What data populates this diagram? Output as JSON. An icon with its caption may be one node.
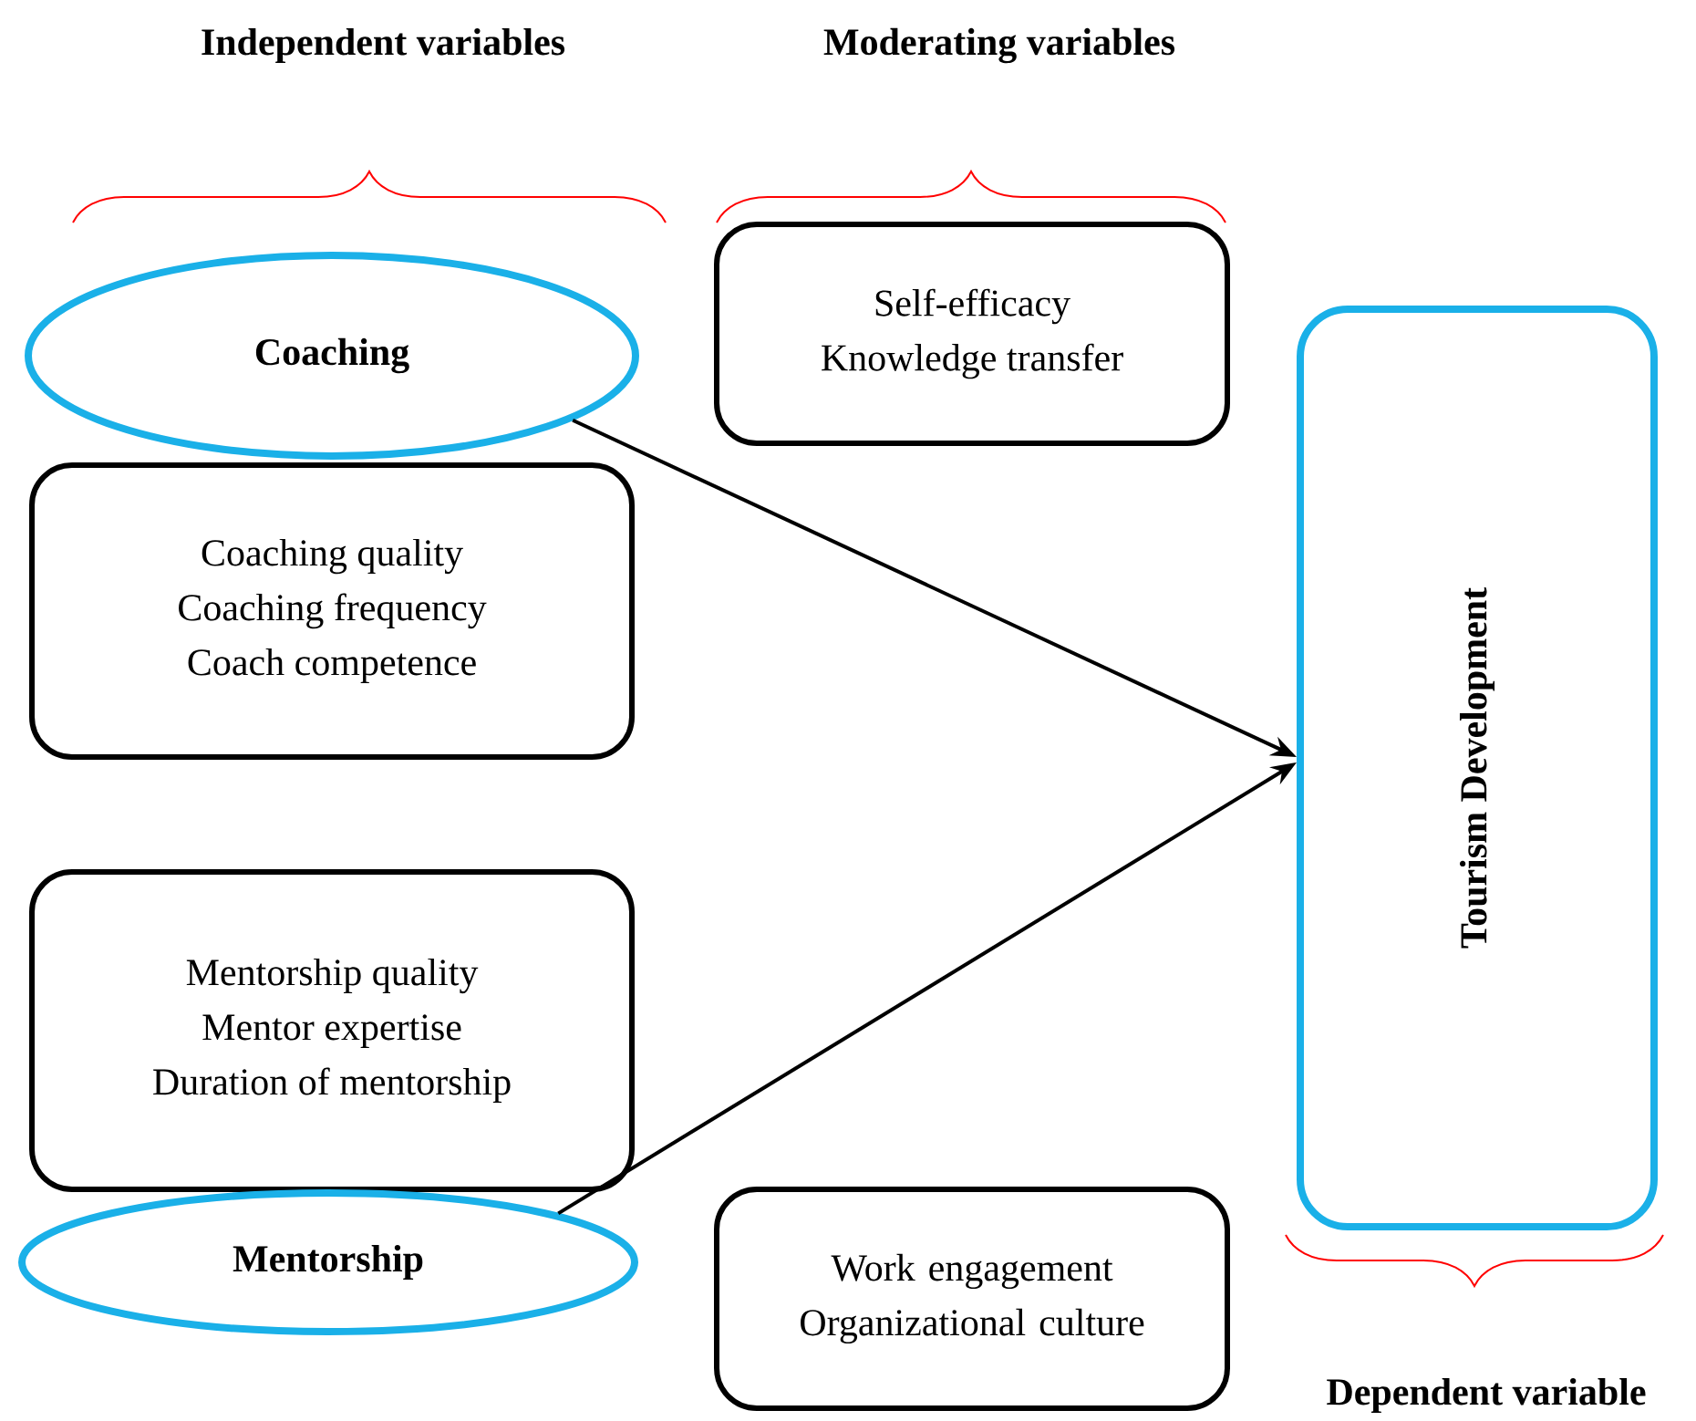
{
  "diagram": {
    "nodes": [
      {
        "text": [
          "Coaching"
        ]
      },
      {
        "text": [
          "Coaching quality",
          "Coaching frequency",
          "Coach competence"
        ]
      },
      {
        "text": [
          "Mentorship quality",
          "Mentor expertise",
          "Duration of mentorship"
        ]
      },
      {
        "text": [
          "Mentorship"
        ]
      },
      {
        "text": [
          "Self-efficacy",
          "Knowledge transfer"
        ]
      },
      {
        "text": [
          "Work engagement",
          "Organizational culture"
        ]
      },
      {
        "text": [
          "Tourism Development"
        ]
      }
    ],
    "edges": [
      {
        "from": 0,
        "to": 6,
        "arrow": "to"
      },
      {
        "from": 3,
        "to": 6,
        "arrow": "to"
      }
    ],
    "labels": [
      "Independent variables",
      "Moderating variables",
      "Dependent variable"
    ]
  }
}
